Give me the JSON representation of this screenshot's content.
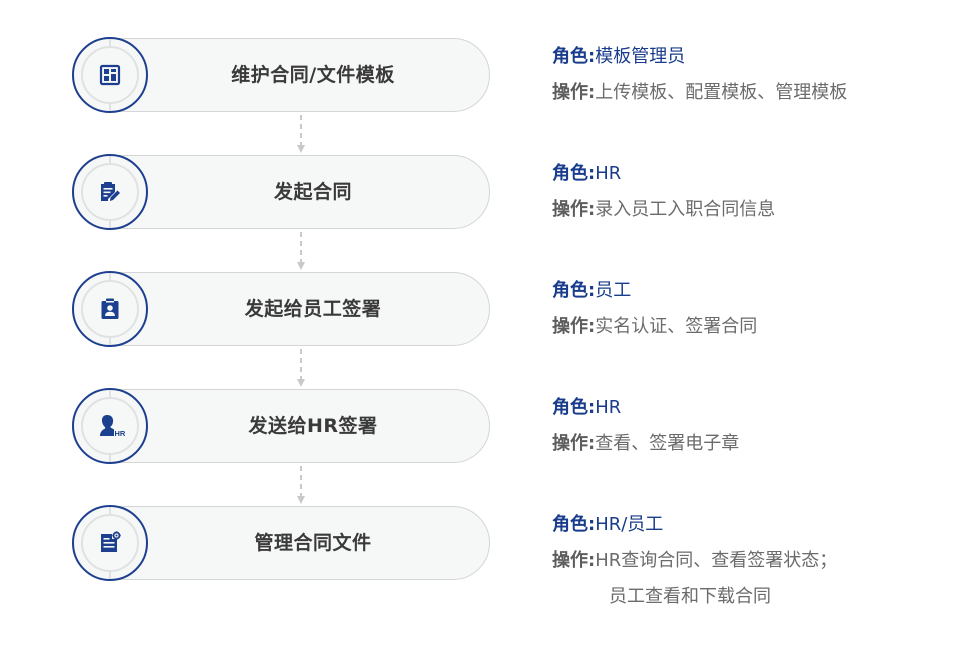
{
  "colors": {
    "accent": "#1d3f8f",
    "pill_bg": "#f6f7f7",
    "pill_border": "#d3d5d6",
    "step_text": "#3a3a3a",
    "role_text": "#1a3c8c",
    "op_text": "#6b6b6b",
    "connector": "#c8c9ca"
  },
  "labels": {
    "role_key": "角色",
    "op_key": "操作",
    "separator": ":"
  },
  "steps": [
    {
      "title": "维护合同/文件模板",
      "icon": "template-layout-icon",
      "role": "模板管理员",
      "operations": [
        "上传模板、配置模板、管理模板"
      ]
    },
    {
      "title": "发起合同",
      "icon": "clipboard-edit-icon",
      "role": "HR",
      "operations": [
        "录入员工入职合同信息"
      ]
    },
    {
      "title": "发起给员工签署",
      "icon": "employee-badge-icon",
      "role": "员工",
      "operations": [
        "实名认证、签署合同"
      ]
    },
    {
      "title": "发送给HR签署",
      "icon": "hr-person-icon",
      "icon_text": "HR",
      "role": "HR",
      "operations": [
        "查看、签署电子章"
      ]
    },
    {
      "title": "管理合同文件",
      "icon": "document-settings-icon",
      "role": "HR/员工",
      "operations": [
        "HR查询合同、查看签署状态；",
        "员工查看和下载合同"
      ]
    }
  ]
}
